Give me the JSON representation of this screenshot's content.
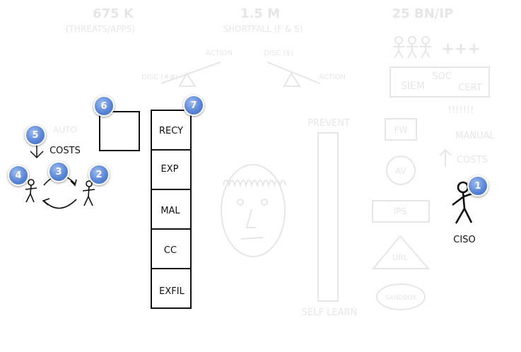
{
  "background": {
    "stat1": {
      "value": "675 K",
      "label": "(THREATS/APPS)"
    },
    "stat2": {
      "value": "1.5 M",
      "label": "SHORTFALL (F & S)"
    },
    "stat3": {
      "value": "25 BN/IP"
    },
    "seesaw": {
      "action_left": "ACTION",
      "disc_left": "DISC (##)",
      "disc_right": "DISC ($)",
      "action_right": "ACTION"
    },
    "plus": "+++",
    "siem": "SIEM",
    "soc": "SOC",
    "cert": "CERT",
    "exclaim": "!!!!!!!",
    "fw": "FW",
    "av": "AV",
    "ips": "IPS",
    "url": "URL",
    "sandbox": "SANDBOX",
    "manual": "MANUAL",
    "costs_right": "COSTS",
    "auto": "AUTO",
    "prevent": "PREVENT",
    "self_learn": "SELF LEARN"
  },
  "foreground": {
    "costs_left": "COSTS",
    "ciso": "CISO",
    "stack": [
      "RECY",
      "EXP",
      "MAL",
      "CC",
      "EXFIL"
    ]
  },
  "badges": [
    "1",
    "2",
    "3",
    "4",
    "5",
    "6",
    "7"
  ],
  "colors": {
    "ink": "#111111",
    "faint": "#e6e6e6",
    "badge": "#5b86d6"
  }
}
